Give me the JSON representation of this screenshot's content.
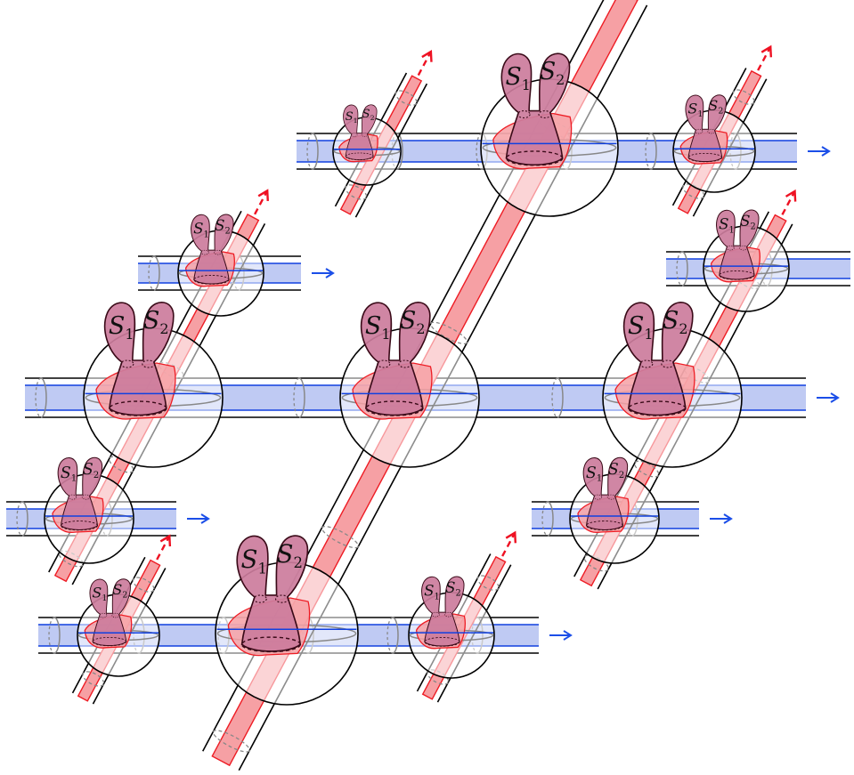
{
  "diagram": {
    "labels": {
      "s1": "S",
      "s2": "S",
      "sub1": "1",
      "sub2": "2"
    },
    "colors": {
      "background": "#ffffff",
      "outline": "#000000",
      "red_band_fill": "#f6a0a4",
      "red_band_stroke": "#ee1c24",
      "blue_band_fill": "#b8c4f2",
      "blue_band_stroke": "#1040e0",
      "gray_ring": "#888888",
      "mauve_fill": "#cc7c9c",
      "dark_stroke": "#3a0a18",
      "arrow_red": "#ee1122",
      "arrow_blue": "#1b4ee8"
    },
    "icon_names": [
      "red-dashed-arrow-icon",
      "blue-arrow-icon"
    ]
  }
}
